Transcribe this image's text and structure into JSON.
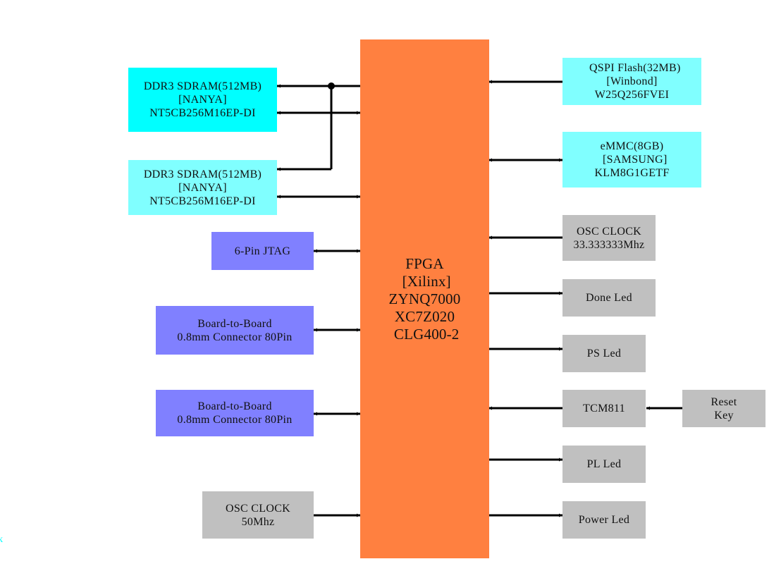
{
  "colors": {
    "ddr_primary": "#00ffff",
    "ddr_secondary": "#80ffff",
    "connector": "#8080ff",
    "peripheral": "#c0c0c0",
    "fpga": "#ff8040",
    "line": "#000000"
  },
  "blocks": {
    "fpga": [
      "FPGA",
      " [Xilinx]",
      "ZYNQ7000",
      "XC7Z020",
      " CLG400-2"
    ],
    "ddr1": [
      "DDR3 SDRAM(512MB)",
      "[NANYA]",
      "NT5CB256M16EP-DI"
    ],
    "ddr2": [
      "DDR3 SDRAM(512MB)",
      "[NANYA]",
      "NT5CB256M16EP-DI"
    ],
    "jtag": [
      "6-Pin JTAG"
    ],
    "b2b1": [
      "Board-to-Board",
      "0.8mm Connector 80Pin"
    ],
    "b2b2": [
      "Board-to-Board",
      "0.8mm Connector 80Pin"
    ],
    "osc50": [
      "OSC CLOCK",
      "50Mhz"
    ],
    "qspi": [
      "  QSPI Flash(32MB)",
      "[Winbond]",
      "W25Q256FVEI"
    ],
    "emmc": [
      "eMMC(8GB)",
      "  [SAMSUNG]",
      "KLM8G1GETF"
    ],
    "osc33": [
      "OSC CLOCK",
      "33.333333Mhz"
    ],
    "done_led": [
      "Done Led"
    ],
    "ps_led": [
      "PS Led"
    ],
    "tcm811": [
      "TCM811"
    ],
    "reset_key": [
      "Reset",
      "Key"
    ],
    "pl_led": [
      "PL Led"
    ],
    "power_led": [
      "Power Led"
    ]
  },
  "stray_mark": "k"
}
